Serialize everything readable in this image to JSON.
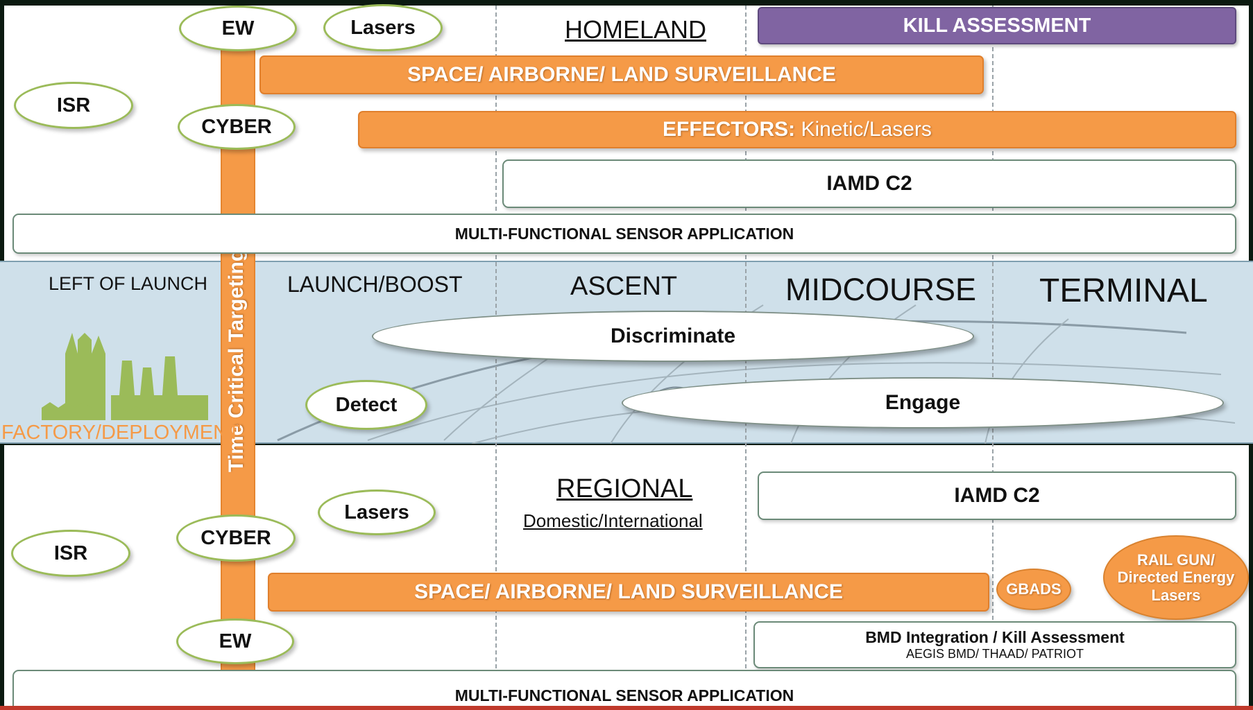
{
  "homeland": {
    "heading": "HOMELAND",
    "ew": "EW",
    "lasers": "Lasers",
    "kill_assessment": "KILL ASSESSMENT",
    "surveillance": "SPACE/ AIRBORNE/ LAND SURVEILLANCE",
    "isr": "ISR",
    "cyber": "CYBER",
    "effectors_bold": "EFFECTORS:",
    "effectors_rest": " Kinetic/Lasers",
    "iamd_c2": "IAMD C2",
    "mfsa": "MULTI-FUNCTIONAL SENSOR APPLICATION"
  },
  "phases": {
    "left_of_launch": "LEFT OF LAUNCH",
    "launch_boost": "LAUNCH/BOOST",
    "ascent": "ASCENT",
    "midcourse": "MIDCOURSE",
    "terminal": "TERMINAL",
    "factory": "FACTORY/DEPLOYMENT",
    "discriminate": "Discriminate",
    "detect": "Detect",
    "engage": "Engage"
  },
  "time_critical": "Time Critical Targeting",
  "regional": {
    "heading": "REGIONAL",
    "subheading": "Domestic/International",
    "lasers": "Lasers",
    "cyber": "CYBER",
    "isr": "ISR",
    "iamd_c2": "IAMD C2",
    "surveillance": "SPACE/ AIRBORNE/ LAND SURVEILLANCE",
    "gbads": "GBADS",
    "rail_gun_1": "RAIL GUN/",
    "rail_gun_2": "Directed Energy",
    "rail_gun_3": "Lasers",
    "ew": "EW",
    "bmd_title": "BMD Integration / Kill Assessment",
    "bmd_sub": "AEGIS BMD/ THAAD/ PATRIOT",
    "mfsa": "MULTI-FUNCTIONAL SENSOR APPLICATION"
  },
  "colors": {
    "orange": "#f59a47",
    "purple": "#8064a2",
    "green_outline": "#9bbb59",
    "band": "#cfe0ea",
    "factory_green": "#9bbb59"
  }
}
